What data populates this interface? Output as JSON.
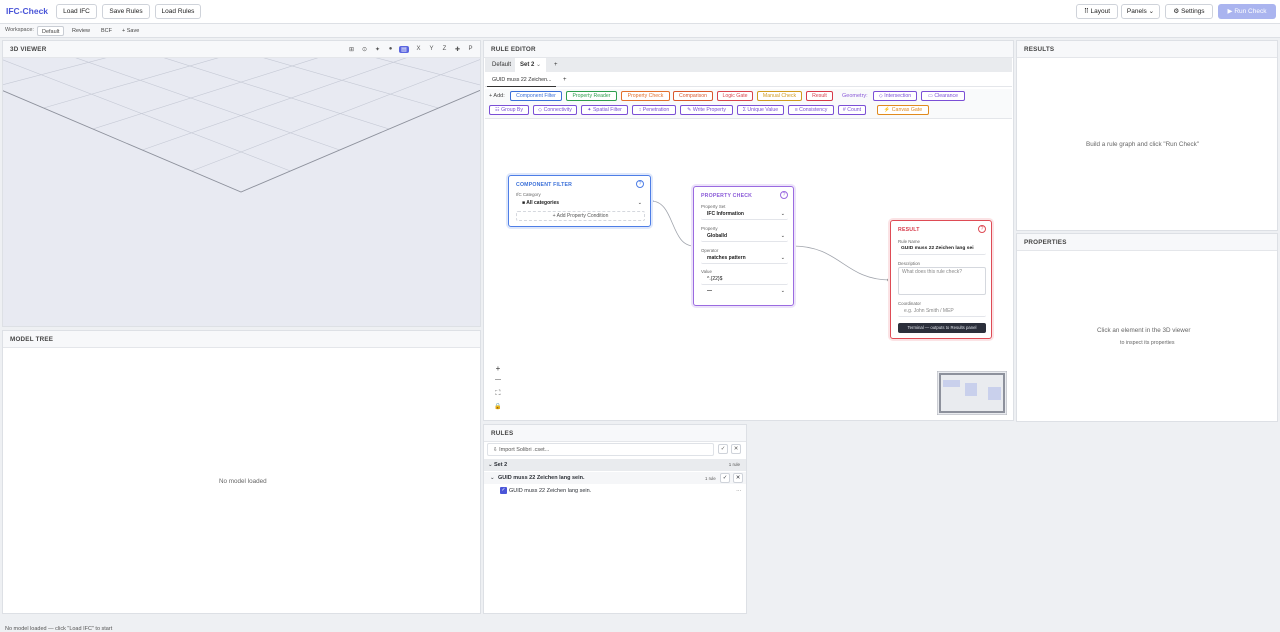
{
  "topbar": {
    "brand": "IFC-Check",
    "load_ifc": "Load IFC",
    "save_rules": "Save Rules",
    "load_rules": "Load Rules",
    "layout": "Layout",
    "panels": "Panels",
    "settings": "Settings",
    "run_check": "▶ Run Check",
    "accent": "#4a55d8"
  },
  "workspace": {
    "label": "Workspace:",
    "items": [
      "Default",
      "Review",
      "BCF"
    ],
    "save": "+ Save"
  },
  "viewer": {
    "title": "3D VIEWER",
    "tools": [
      "⊞",
      "⊙",
      "✦",
      "●",
      "▤",
      "X",
      "Y",
      "Z",
      "✚",
      "P"
    ]
  },
  "model_tree": {
    "title": "MODEL TREE",
    "empty": "No model loaded"
  },
  "editor": {
    "title": "RULE EDITOR",
    "set_tabs": [
      "Default",
      "Set 2",
      "+"
    ],
    "rule_tabs": [
      "GUID muss 22 Zeichen...",
      "+"
    ],
    "add_label": "+ Add:",
    "geometry_label": "Geometry:",
    "chips_row1": [
      "Component Filter",
      "Property Reader",
      "Property Check",
      "Comparison",
      "Logic Gate",
      "Manual Check",
      "Result"
    ],
    "chips_geo": [
      "◇ Intersection",
      "▭ Clearance"
    ],
    "chips_row2": [
      "☷ Group By",
      "◇ Connectivity",
      "✦ Spatial Filter",
      "↕ Penetration",
      "✎ Write Property",
      "Σ Unique Value",
      "≡ Consistency",
      "# Count"
    ],
    "canvas_gate": "⚡ Canvas Gate",
    "zoom_controls": [
      "+",
      "—",
      "⛶",
      "🔒"
    ]
  },
  "nodes": {
    "filter": {
      "title": "COMPONENT FILTER",
      "help": "?",
      "category_label": "IfC Category",
      "category_value": "■ All categories",
      "add_condition": "+ Add Property Condition"
    },
    "check": {
      "title": "PROPERTY CHECK",
      "help": "?",
      "pset_label": "Property Set",
      "pset_value": "IFC Information",
      "prop_label": "Property",
      "prop_value": "GlobalId",
      "op_label": "Operator",
      "op_value": "matches pattern",
      "value_label": "Value",
      "value_value": "^.{22}$",
      "extra_value": "—"
    },
    "result": {
      "title": "RESULT",
      "help": "?",
      "name_label": "Rule Name",
      "name_value": "GUID muss 22 Zeichen lang sei",
      "desc_label": "Description",
      "desc_placeholder": "What does this rule check?",
      "coord_label": "Coordinator",
      "coord_placeholder": "e.g. John Smith / MEP",
      "terminal": "Terminal — outputs to Results panel"
    }
  },
  "results": {
    "title": "RESULTS",
    "empty": "Build a rule graph and click \"Run Check\""
  },
  "properties": {
    "title": "PROPERTIES",
    "empty": "Click an element in the 3D viewer",
    "sub": "to inspect its properties"
  },
  "rules": {
    "title": "RULES",
    "import": "⇩  Import Solibri .cset...",
    "set_name": "Set 2",
    "set_count": "1 rule",
    "group_name": "GUID muss 22 Zeichen lang sein.",
    "group_count": "1 rule",
    "item": "GUID muss 22 Zeichen lang sein.",
    "item_menu": "…"
  },
  "status": "No model loaded — click \"Load IFC\" to start"
}
